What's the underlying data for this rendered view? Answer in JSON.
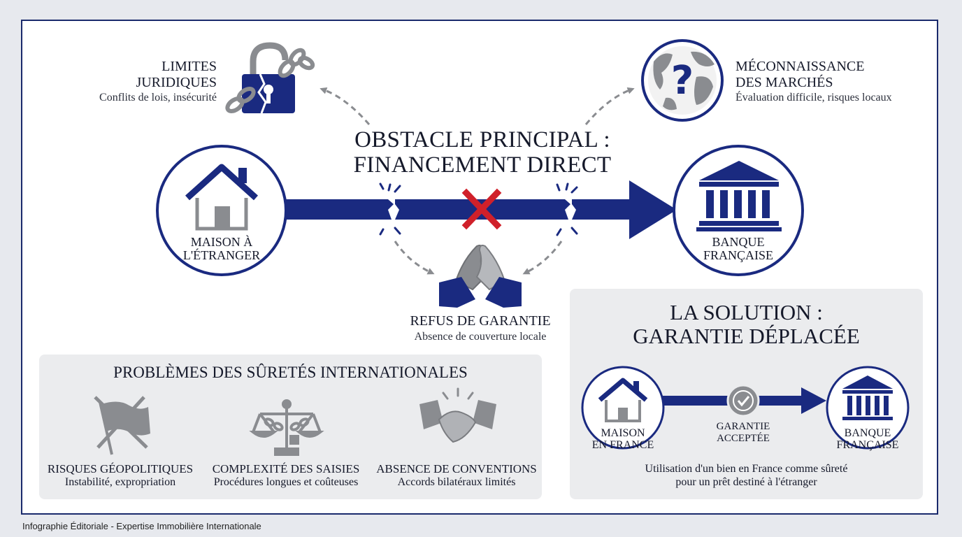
{
  "title": {
    "line1": "OBSTACLE PRINCIPAL :",
    "line2": "FINANCEMENT DIRECT"
  },
  "limites": {
    "title_line1": "LIMITES",
    "title_line2": "JURIDIQUES",
    "subtitle": "Conflits de lois, insécurité",
    "icon": "broken-padlock-chain-icon"
  },
  "meconnaissance": {
    "title_line1": "MÉCONNAISSANCE",
    "title_line2": "DES MARCHÉS",
    "subtitle": "Évaluation difficile, risques locaux",
    "icon": "globe-question-icon"
  },
  "refus": {
    "title": "REFUS DE GARANTIE",
    "subtitle": "Absence de couverture locale",
    "icon": "refusing-hands-icon"
  },
  "maison_etranger": {
    "line1": "MAISON À",
    "line2": "L'ÉTRANGER",
    "icon": "house-icon"
  },
  "banque": {
    "line1": "BANQUE",
    "line2": "FRANÇAISE",
    "icon": "bank-icon"
  },
  "problemes": {
    "title": "PROBLÈMES DES SÛRETÉS INTERNATIONALES",
    "items": [
      {
        "title": "RISQUES GÉOPOLITIQUES",
        "subtitle": "Instabilité, expropriation",
        "icon": "crossed-flag-icon"
      },
      {
        "title": "COMPLEXITÉ DES SAISIES",
        "subtitle": "Procédures longues et coûteuses",
        "icon": "chained-scales-icon"
      },
      {
        "title": "ABSENCE DE CONVENTIONS",
        "subtitle": "Accords bilatéraux limités",
        "icon": "broken-handshake-icon"
      }
    ]
  },
  "solution": {
    "title_line1": "LA SOLUTION :",
    "title_line2": "GARANTIE DÉPLACÉE",
    "maison_line1": "MAISON",
    "maison_line2": "EN FRANCE",
    "garantie_line1": "GARANTIE",
    "garantie_line2": "ACCEPTÉE",
    "banque_line1": "BANQUE",
    "banque_line2": "FRANÇAISE",
    "desc_line1": "Utilisation d'un bien en France comme sûreté",
    "desc_line2": "pour un prêt destiné à l'étranger"
  },
  "footer": "Infographie Éditoriale - Expertise Immobilière Internationale",
  "colors": {
    "navy": "#1a2a80",
    "red": "#d0202a",
    "gray": "#8a8c90",
    "panel": "#ebecee"
  }
}
